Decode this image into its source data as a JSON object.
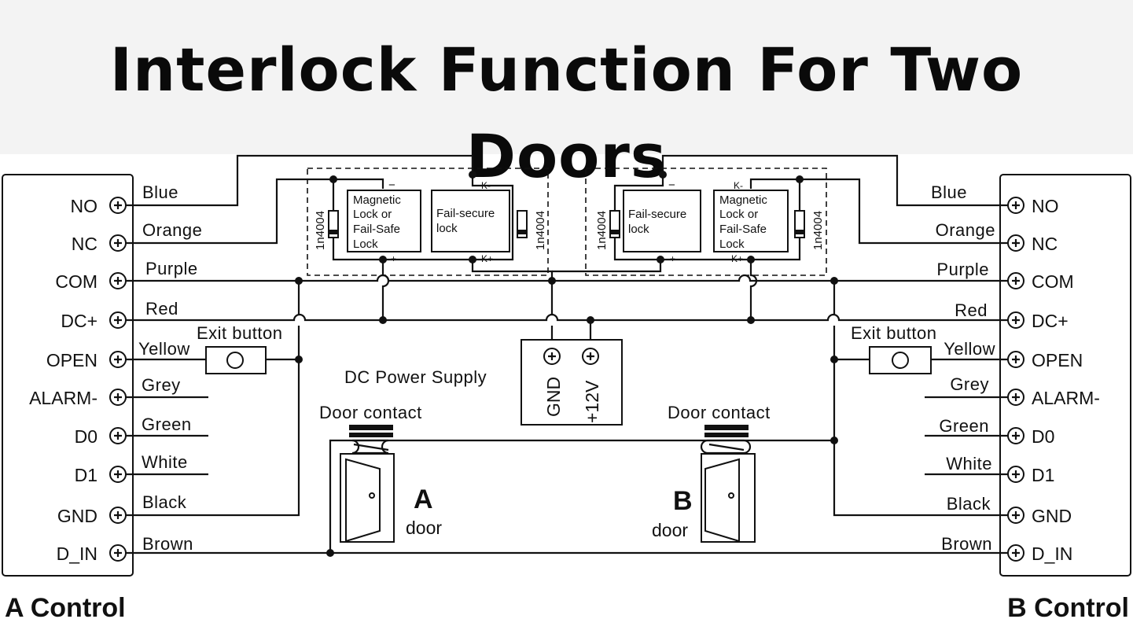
{
  "title": "Interlock Function For Two Doors",
  "left_controller": {
    "caption": "A Control",
    "terminals": [
      "NO",
      "NC",
      "COM",
      "DC+",
      "OPEN",
      "ALARM-",
      "D0",
      "D1",
      "GND",
      "D_IN"
    ],
    "wires": [
      "Blue",
      "Orange",
      "Purple",
      "Red",
      "Yellow",
      "Grey",
      "Green",
      "White",
      "Black",
      "Brown"
    ]
  },
  "right_controller": {
    "caption": "B Control",
    "terminals": [
      "NO",
      "NC",
      "COM",
      "DC+",
      "OPEN",
      "ALARM-",
      "D0",
      "D1",
      "GND",
      "D_IN"
    ],
    "wires": [
      "Blue",
      "Orange",
      "Purple",
      "Red",
      "Yellow",
      "Grey",
      "Green",
      "White",
      "Black",
      "Brown"
    ]
  },
  "lock_group_a": {
    "lock1": [
      "Magnetic",
      "Lock or",
      "Fail-Safe",
      "Lock"
    ],
    "lock2": [
      "Fail-secure",
      "lock"
    ],
    "diode1": "1n4004",
    "diode2": "1n4004",
    "minus": "−",
    "plus": "+",
    "k_minus": "K-",
    "k_plus": "K+"
  },
  "lock_group_b": {
    "lock1": [
      "Fail-secure",
      "lock"
    ],
    "lock2": [
      "Magnetic",
      "Lock or",
      "Fail-Safe",
      "Lock"
    ],
    "diode1": "1n4004",
    "diode2": "1n4004",
    "minus": "−",
    "plus": "+",
    "k_minus": "K-",
    "k_plus": "K+"
  },
  "power_supply": {
    "label": "DC Power Supply",
    "gnd": "GND",
    "v12": "+12V"
  },
  "exit_button_a": "Exit button",
  "exit_button_b": "Exit button",
  "door_a": {
    "contact": "Door contact",
    "letter": "A",
    "word": "door"
  },
  "door_b": {
    "contact": "Door contact",
    "letter": "B",
    "word": "door"
  }
}
